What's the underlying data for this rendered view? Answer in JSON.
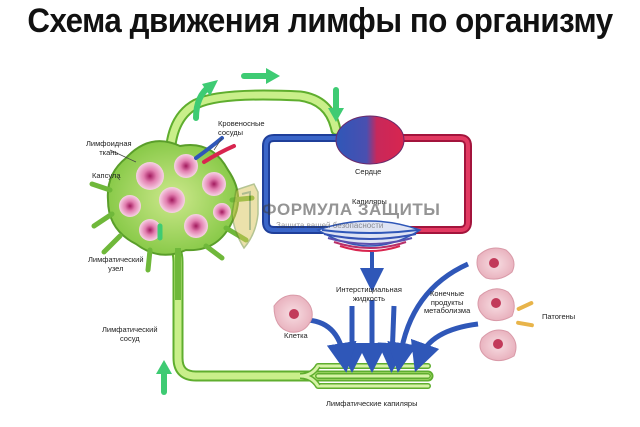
{
  "title": "Схема движения лимфы по организму",
  "labels": {
    "lymphoid_tissue": [
      "Лимфоидная",
      "ткань"
    ],
    "blood_vessels": [
      "Кровеносные",
      "сосуды"
    ],
    "capsule": "Капсула",
    "lymph_node": [
      "Лимфатический",
      "узел"
    ],
    "lymph_vessel": [
      "Лимфатический",
      "сосуд"
    ],
    "heart": "Сердце",
    "capillaries": "Капиляры",
    "interstitial_fluid": [
      "Интерстициальная",
      "жидкость"
    ],
    "end_products": [
      "Конечные",
      "продукты",
      "метаболизма"
    ],
    "cell": "Клетка",
    "pathogens": "Патогены",
    "lymph_capillaries": "Лимфатические капиляры"
  },
  "watermark": {
    "name": "ФОРМУЛА ЗАЩИТЫ",
    "tagline": "Защита вашей безопасности"
  },
  "colors": {
    "lymph_green": "#8fd34a",
    "arrow_green": "#3ecb73",
    "blood_blue": "#2f57b8",
    "blood_red": "#d8254f",
    "node_pink": "#c9367a",
    "cell_pink": "#f1c7cf"
  }
}
